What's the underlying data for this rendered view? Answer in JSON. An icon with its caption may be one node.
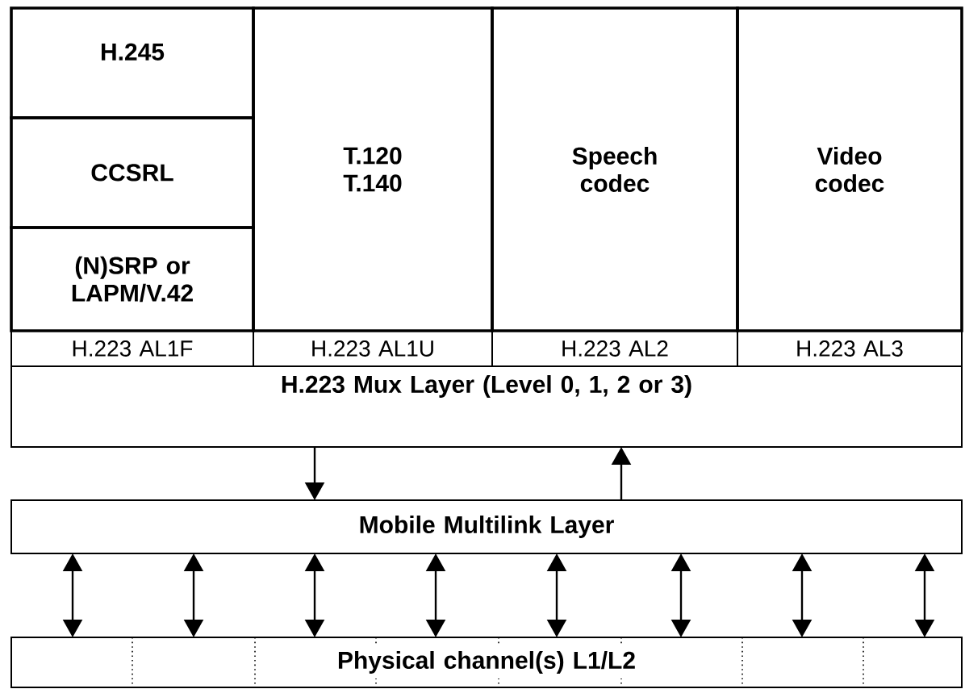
{
  "diagram": {
    "nodes": [
      {
        "text": [
          "H.245"
        ]
      },
      {
        "text": [
          "CCSRL"
        ]
      },
      {
        "text": [
          "(N)SRP or LAPM/V.42"
        ]
      },
      {
        "text": [
          "T.120 T.140"
        ]
      },
      {
        "text": [
          "Speech codec"
        ]
      },
      {
        "text": [
          "Video codec"
        ]
      },
      {
        "text": [
          "H.223 AL1F"
        ]
      },
      {
        "text": [
          "H.223 AL1U"
        ]
      },
      {
        "text": [
          "H.223 AL2"
        ]
      },
      {
        "text": [
          "H.223 AL3"
        ]
      },
      {
        "text": [
          "H.223 Mux Layer (Level 0, 1, 2 or 3)"
        ]
      },
      {
        "text": [
          "Mobile Multilink Layer"
        ]
      },
      {
        "text": [
          "Physical channel(s) L1/L2"
        ]
      }
    ],
    "edges": [
      {
        "from": 10,
        "to": 11,
        "arrow": "to"
      },
      {
        "from": 11,
        "to": 10,
        "arrow": "to"
      },
      {
        "from": 11,
        "to": 12,
        "arrow": "both"
      },
      {
        "from": 11,
        "to": 12,
        "arrow": "both"
      },
      {
        "from": 11,
        "to": 12,
        "arrow": "both"
      },
      {
        "from": 11,
        "to": 12,
        "arrow": "both"
      },
      {
        "from": 11,
        "to": 12,
        "arrow": "both"
      },
      {
        "from": 11,
        "to": 12,
        "arrow": "both"
      },
      {
        "from": 11,
        "to": 12,
        "arrow": "both"
      },
      {
        "from": 11,
        "to": 12,
        "arrow": "both"
      }
    ]
  }
}
